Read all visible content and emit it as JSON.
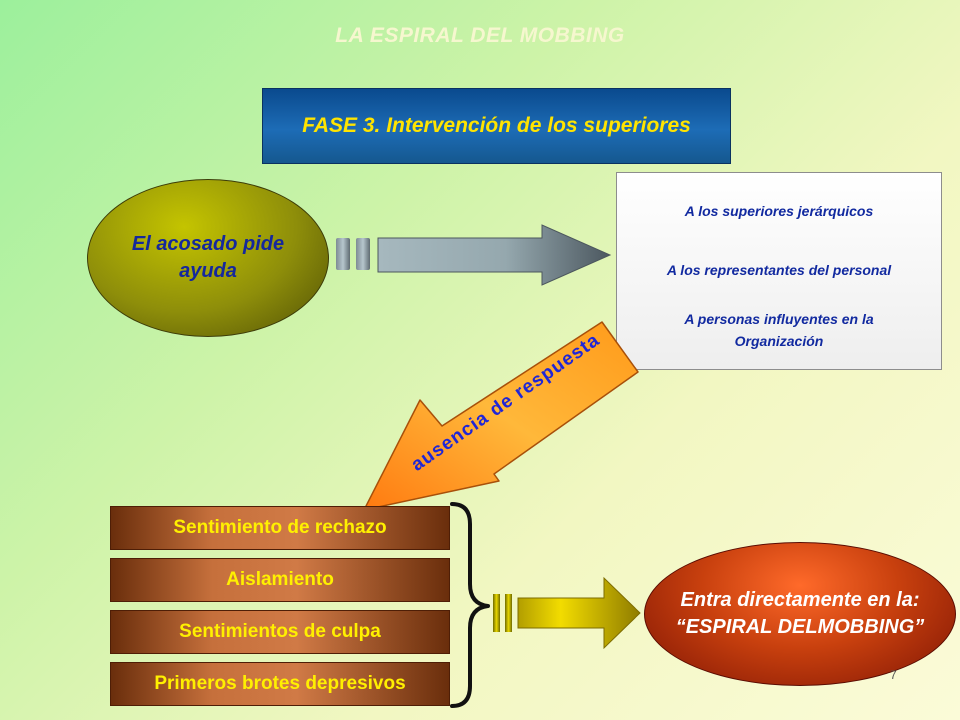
{
  "slide": {
    "title": "LA ESPIRAL DEL MOBBING",
    "phase_title": "FASE 3. Intervención de los superiores",
    "help_request": {
      "line1": "El acosado pide",
      "line2": "ayuda"
    },
    "targets": [
      "A los superiores jerárquicos",
      "A los representantes del personal",
      "A personas influyentes en la",
      "Organización"
    ],
    "no_response_label": "ausencia de respuesta",
    "feelings": [
      "Sentimiento de rechazo",
      "Aislamiento",
      "Sentimientos de culpa",
      "Primeros brotes depresivos"
    ],
    "result": {
      "line1": "Entra directamente en la:",
      "line2": "“ESPIRAL DELMOBBING”"
    },
    "slide_number": "7"
  },
  "colors": {
    "title": "#f6f7cf",
    "phase_bg": "#1d6cb6",
    "phase_text": "#ffe400",
    "help_ellipse": "#8e8e0a",
    "help_text": "#15289c",
    "targets_text": "#122aa0",
    "ribbon": "#c6703c",
    "ribbon_text": "#fff000",
    "result_ellipse": "#c8400e",
    "diagonal_text": "#1f26d8"
  }
}
